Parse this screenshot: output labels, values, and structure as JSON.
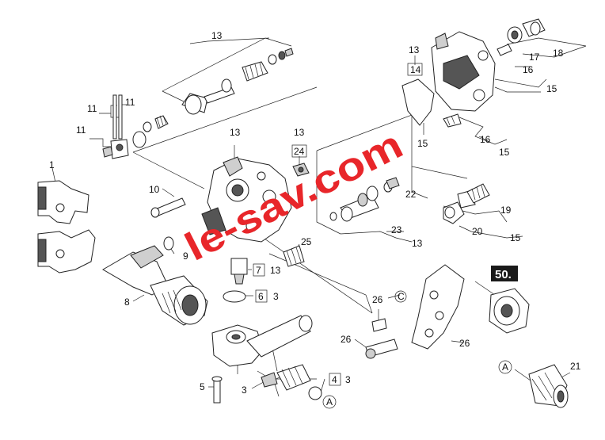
{
  "watermark": "le-sav.com",
  "badge": "50.",
  "callouts": {
    "c13a": "13",
    "c11a": "11",
    "c11b": "11",
    "c11c": "11",
    "c13b": "13",
    "c14": "14",
    "c15a": "15",
    "c17": "17",
    "c18": "18",
    "c16a": "16",
    "c15b": "15",
    "c16b": "16",
    "c15c": "15",
    "c13c": "13",
    "c13d": "13",
    "c24": "24",
    "c1": "1",
    "c10": "10",
    "c22": "22",
    "c19": "19",
    "c20": "20",
    "c15d": "15",
    "c23": "23",
    "c13e": "13",
    "c25": "25",
    "c9": "9",
    "c7": "7",
    "c13f": "13",
    "c8": "8",
    "c6": "6",
    "c3a": "3",
    "c26a": "26",
    "cC": "C",
    "c26b": "26",
    "c26c": "26",
    "cA1": "A",
    "c21": "21",
    "c5": "5",
    "c3b": "3",
    "c4": "4",
    "c3c": "3",
    "cA2": "A"
  }
}
